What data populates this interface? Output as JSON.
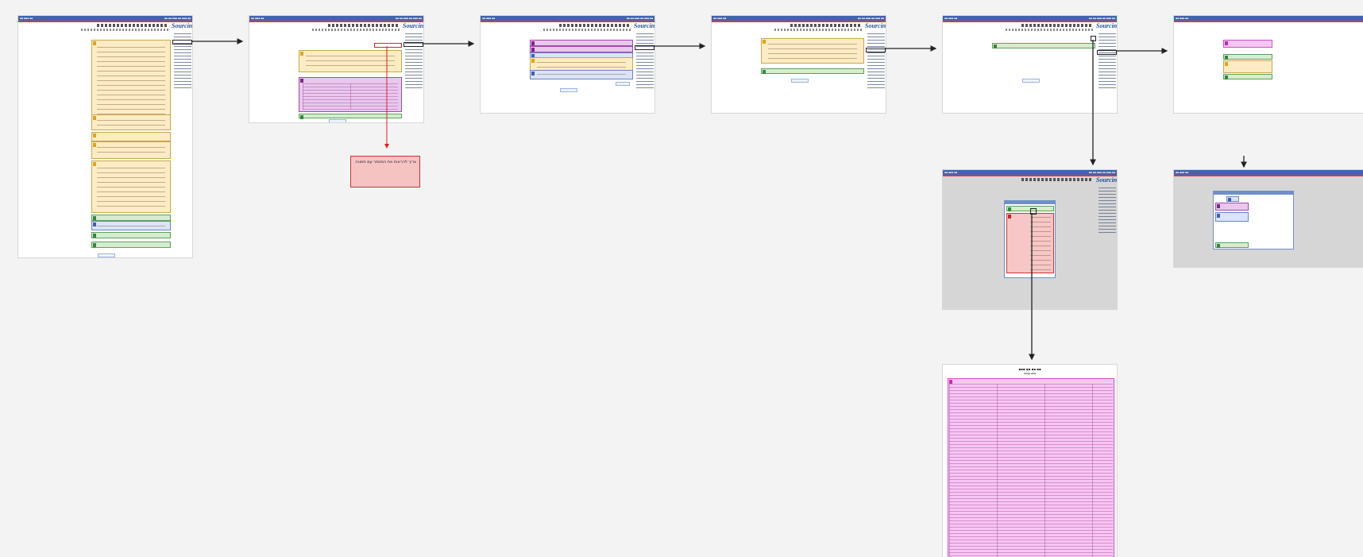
{
  "diagram": {
    "title": "",
    "note": {
      "text": "צריך להראות את המספר עם תמונה"
    },
    "logo": {
      "brand": "Sourcing",
      "tagline": ""
    },
    "colors": {
      "background": "#f3f3f3",
      "topbar": "#3f64b2",
      "topbar_accent": "#d63b3b",
      "form_panel": "#fdebc3",
      "green_panel": "#d6ecd0",
      "blue_panel": "#dbe3f7",
      "purple_panel": "#e8c8ec",
      "pink_panel": "#f6c6f2",
      "note": "#f6c3c3",
      "arrow": "#222222",
      "arrow_red": "#d22222"
    },
    "screens": [
      {
        "id": "screen-1",
        "kind": "long-form"
      },
      {
        "id": "screen-2",
        "kind": "search-results"
      },
      {
        "id": "screen-3",
        "kind": "details"
      },
      {
        "id": "screen-4",
        "kind": "short-form"
      },
      {
        "id": "screen-5",
        "kind": "list"
      },
      {
        "id": "screen-6",
        "kind": "partial"
      },
      {
        "id": "screen-7",
        "kind": "modal-dialog"
      },
      {
        "id": "screen-8",
        "kind": "partial-modal"
      },
      {
        "id": "screen-9",
        "kind": "report"
      }
    ],
    "edges": [
      {
        "from": "screen-1",
        "to": "screen-2",
        "color": "black"
      },
      {
        "from": "screen-2",
        "to": "screen-3",
        "color": "black"
      },
      {
        "from": "screen-2",
        "to": "note",
        "color": "red"
      },
      {
        "from": "screen-3",
        "to": "screen-4",
        "color": "black"
      },
      {
        "from": "screen-4",
        "to": "screen-5",
        "color": "black"
      },
      {
        "from": "screen-5",
        "to": "screen-6",
        "color": "black"
      },
      {
        "from": "screen-5",
        "to": "screen-7",
        "color": "black"
      },
      {
        "from": "screen-7",
        "to": "screen-9",
        "color": "black"
      }
    ]
  }
}
